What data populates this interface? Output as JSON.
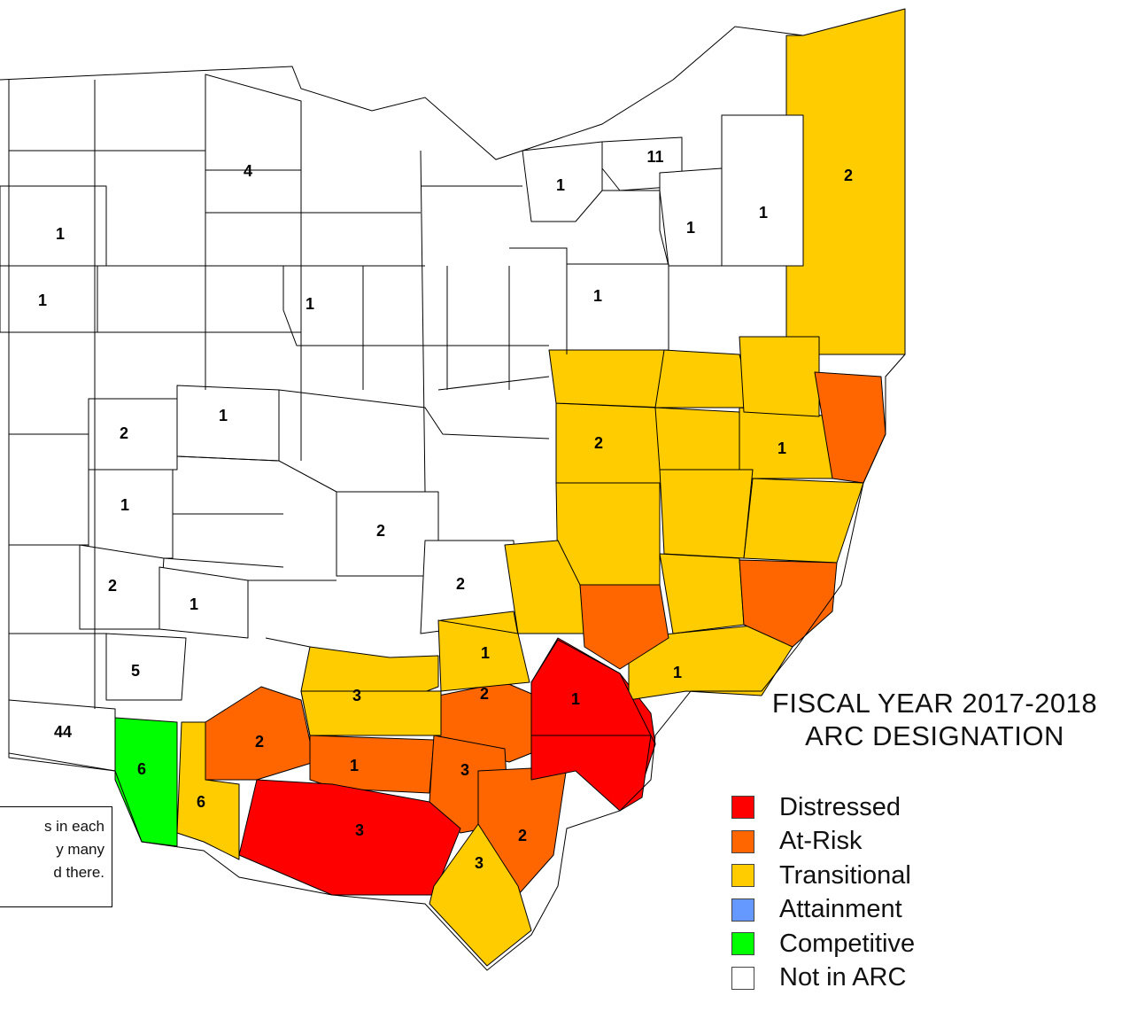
{
  "title": {
    "line1": "FISCAL YEAR 2017-2018",
    "line2": "ARC DESIGNATION"
  },
  "legend": [
    {
      "label": "Distressed",
      "color": "#ff0000"
    },
    {
      "label": "At-Risk",
      "color": "#ff6600"
    },
    {
      "label": "Transitional",
      "color": "#ffcc00"
    },
    {
      "label": "Attainment",
      "color": "#6699ff"
    },
    {
      "label": "Competitive",
      "color": "#00ff00"
    },
    {
      "label": "Not in ARC",
      "color": "#ffffff"
    }
  ],
  "note": {
    "lines": [
      "s in each",
      "y many",
      "d there."
    ]
  },
  "counties": [
    {
      "designation": "Not in ARC",
      "count": "4"
    },
    {
      "designation": "Not in ARC",
      "count": "1"
    },
    {
      "designation": "Not in ARC",
      "count": "11"
    },
    {
      "designation": "Transitional",
      "count": "2"
    },
    {
      "designation": "Not in ARC",
      "count": "1"
    },
    {
      "designation": "Not in ARC",
      "count": "1"
    },
    {
      "designation": "Not in ARC",
      "count": "1"
    },
    {
      "designation": "Not in ARC",
      "count": "1"
    },
    {
      "designation": "Not in ARC",
      "count": "1"
    },
    {
      "designation": "Not in ARC",
      "count": "1"
    },
    {
      "designation": "Not in ARC",
      "count": "2"
    },
    {
      "designation": "Not in ARC",
      "count": "1"
    },
    {
      "designation": "Transitional",
      "count": "2"
    },
    {
      "designation": "Transitional",
      "count": "1"
    },
    {
      "designation": "Not in ARC",
      "count": "1"
    },
    {
      "designation": "Not in ARC",
      "count": "2"
    },
    {
      "designation": "Not in ARC",
      "count": "2"
    },
    {
      "designation": "Not in ARC",
      "count": "2"
    },
    {
      "designation": "Not in ARC",
      "count": "1"
    },
    {
      "designation": "Transitional",
      "count": "1"
    },
    {
      "designation": "Not in ARC",
      "count": "5"
    },
    {
      "designation": "Transitional",
      "count": "3"
    },
    {
      "designation": "Distressed",
      "count": "1"
    },
    {
      "designation": "Transitional",
      "count": "1"
    },
    {
      "designation": "Not in ARC",
      "count": "44"
    },
    {
      "designation": "At-Risk",
      "count": "2"
    },
    {
      "designation": "At-Risk",
      "count": "2"
    },
    {
      "designation": "Competitive",
      "count": "6"
    },
    {
      "designation": "At-Risk",
      "count": "1"
    },
    {
      "designation": "At-Risk",
      "count": "3"
    },
    {
      "designation": "Transitional",
      "count": "6"
    },
    {
      "designation": "Distressed",
      "count": "3"
    },
    {
      "designation": "At-Risk",
      "count": "2"
    },
    {
      "designation": "Transitional",
      "count": "3"
    },
    {
      "designation": "Transitional",
      "count": ""
    },
    {
      "designation": "Transitional",
      "count": ""
    },
    {
      "designation": "Transitional",
      "count": ""
    },
    {
      "designation": "Transitional",
      "count": ""
    },
    {
      "designation": "Transitional",
      "count": ""
    },
    {
      "designation": "Transitional",
      "count": ""
    },
    {
      "designation": "Transitional",
      "count": ""
    },
    {
      "designation": "Transitional",
      "count": ""
    },
    {
      "designation": "Transitional",
      "count": ""
    },
    {
      "designation": "Transitional",
      "count": ""
    },
    {
      "designation": "Transitional",
      "count": ""
    },
    {
      "designation": "At-Risk",
      "count": ""
    },
    {
      "designation": "At-Risk",
      "count": ""
    },
    {
      "designation": "At-Risk",
      "count": ""
    },
    {
      "designation": "Distressed",
      "count": ""
    },
    {
      "designation": "Distressed",
      "count": ""
    }
  ]
}
